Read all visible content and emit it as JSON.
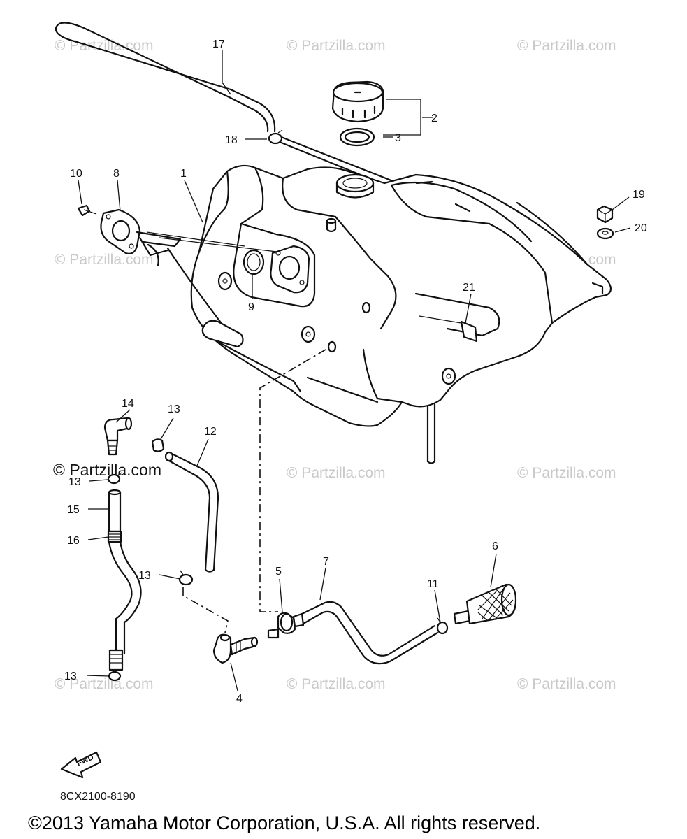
{
  "labels": {
    "p1": "1",
    "p2": "2",
    "p3": "3",
    "p4": "4",
    "p5": "5",
    "p6": "6",
    "p7": "7",
    "p8": "8",
    "p9": "9",
    "p10": "10",
    "p11": "11",
    "p12": "12",
    "p13a": "13",
    "p13b": "13",
    "p13c": "13",
    "p13d": "13",
    "p14": "14",
    "p15": "15",
    "p16": "16",
    "p17": "17",
    "p18": "18",
    "p19": "19",
    "p20": "20",
    "p21": "21"
  },
  "watermark": "© Partzilla.com",
  "fwd_label": "FWD",
  "diagram_code": "8CX2100-8190",
  "copyright": "©2013  Yamaha Motor Corporation, U.S.A. All rights reserved."
}
